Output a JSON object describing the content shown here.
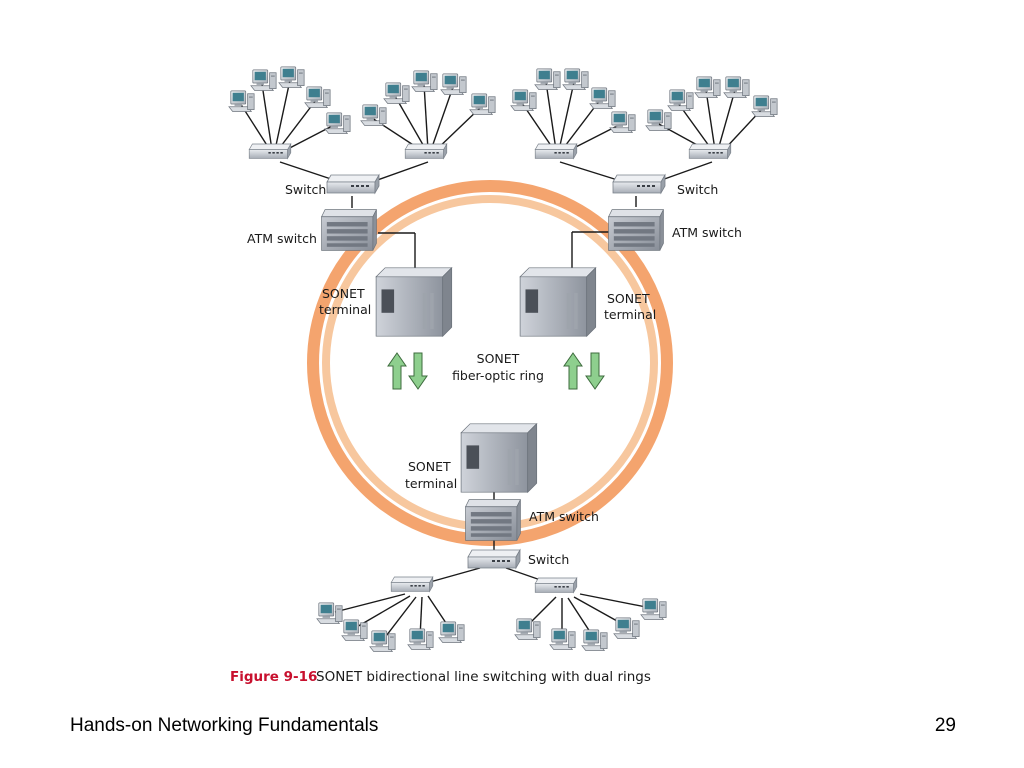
{
  "labels": {
    "switch_tl": "Switch",
    "switch_tr": "Switch",
    "switch_bottom": "Switch",
    "atm_left": "ATM switch",
    "atm_right": "ATM switch",
    "atm_bottom": "ATM switch",
    "sonet_left": [
      "SONET",
      "terminal"
    ],
    "sonet_right": [
      "SONET",
      "terminal"
    ],
    "sonet_bottom": [
      "SONET",
      "terminal"
    ],
    "ring": [
      "SONET",
      "fiber-optic ring"
    ]
  },
  "caption": {
    "number": "Figure 9-16",
    "text": "SONET bidirectional line switching with dual rings"
  },
  "footer": {
    "title": "Hands-on Networking Fundamentals",
    "page": "29"
  },
  "colors": {
    "ring_outer": "#f4a46e",
    "ring_inner": "#f7c79e",
    "arrow_fill": "#8ecf8e",
    "caption_accent": "#c8102e"
  }
}
